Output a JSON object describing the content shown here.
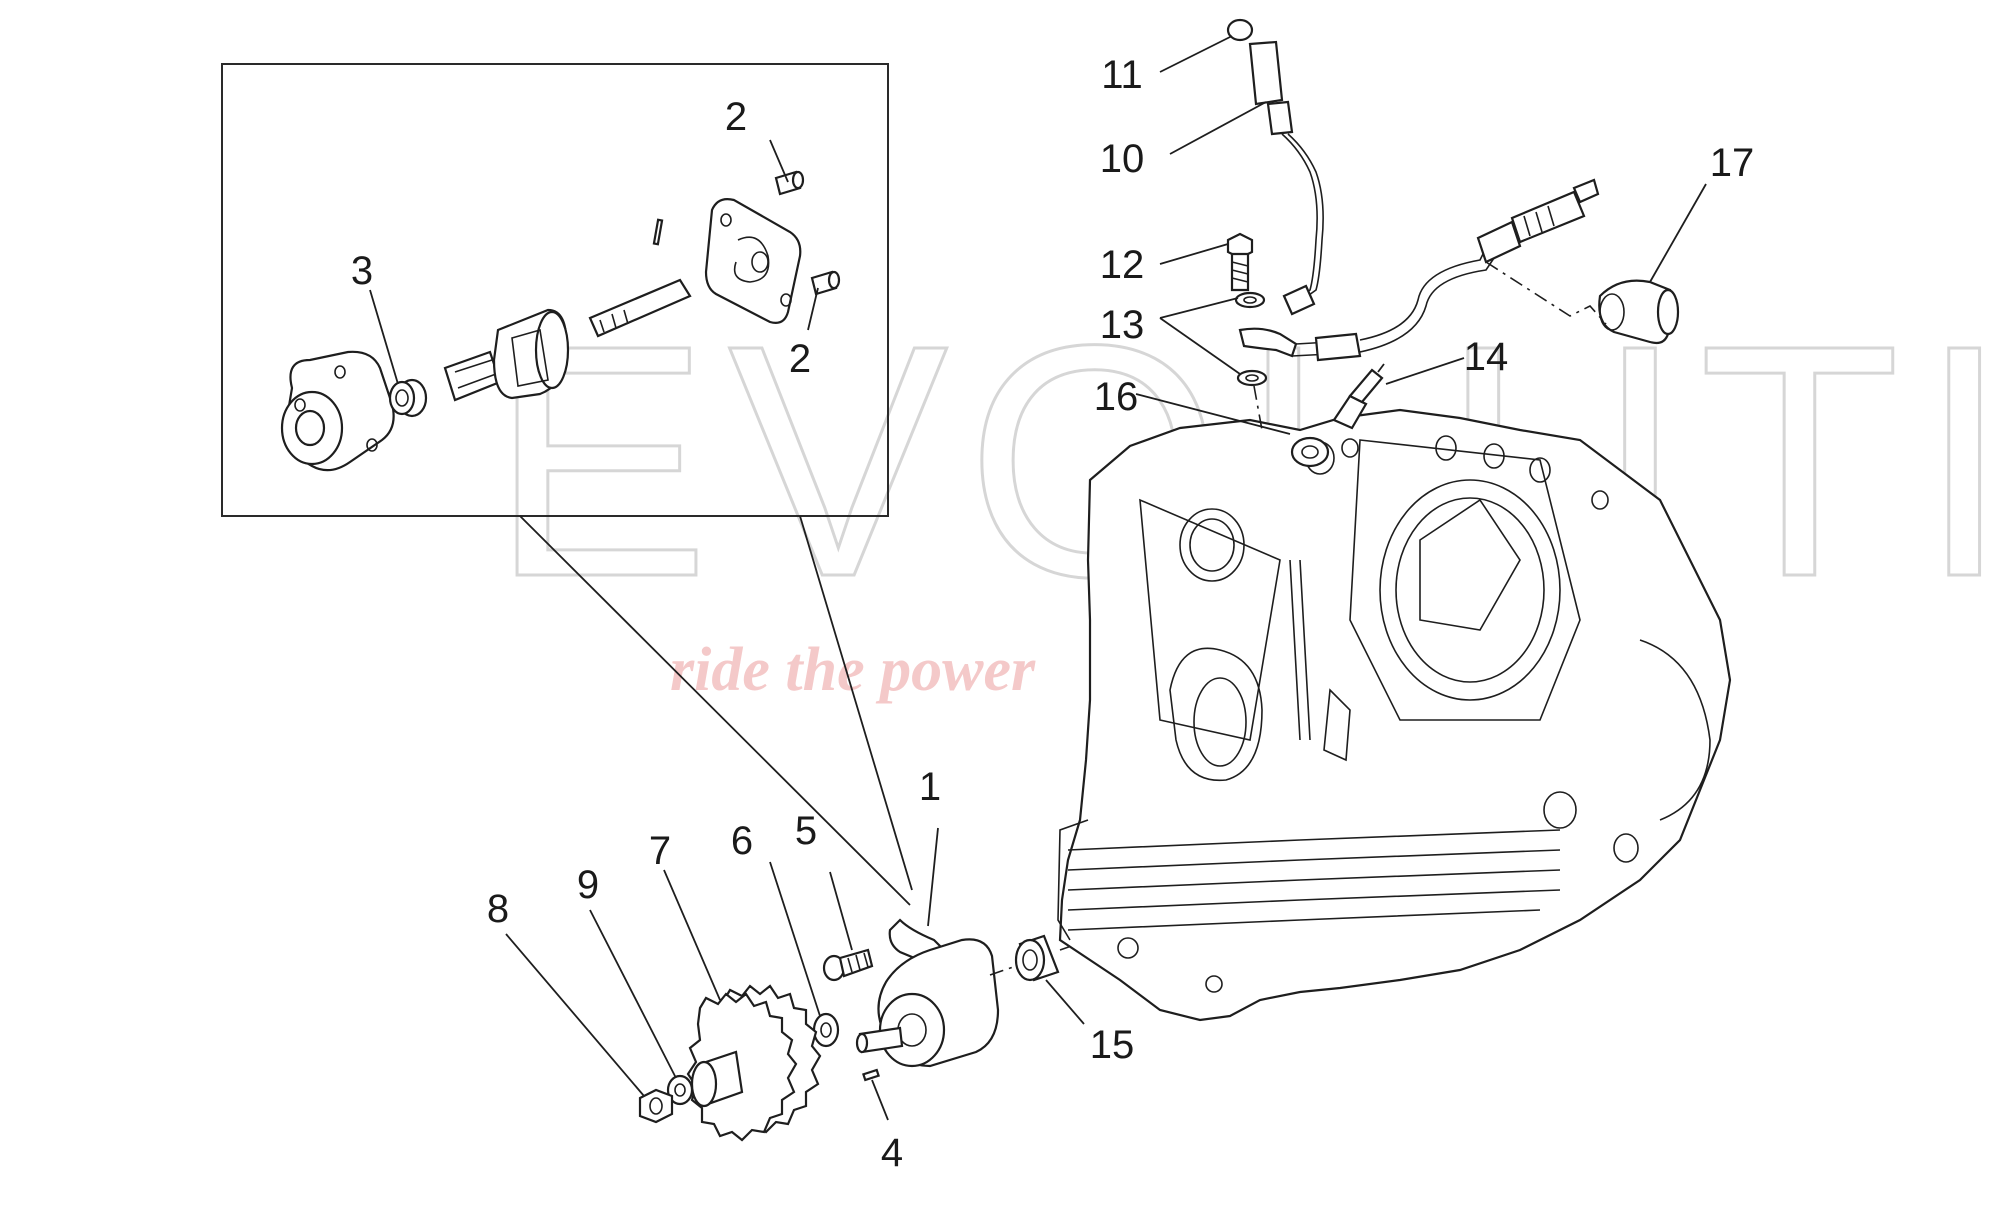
{
  "watermark": {
    "brand": "EVOLUTION",
    "tagline": "ride the power",
    "color": "#d6d6d6",
    "tagline_color": "#f4c9c9"
  },
  "callouts": {
    "p1": "1",
    "p2a": "2",
    "p2b": "2",
    "p3": "3",
    "p4": "4",
    "p5": "5",
    "p6": "6",
    "p7": "7",
    "p8": "8",
    "p9": "9",
    "p10": "10",
    "p11": "11",
    "p12": "12",
    "p13": "13",
    "p14": "14",
    "p15": "15",
    "p16": "16",
    "p17": "17"
  }
}
